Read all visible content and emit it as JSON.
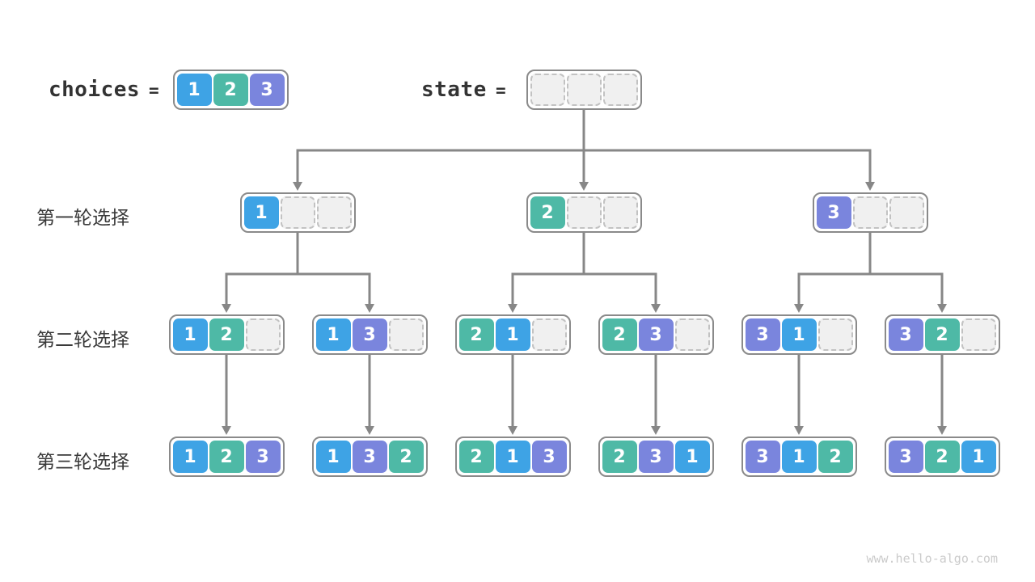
{
  "watermark": "www.hello-algo.com",
  "palette": {
    "1": "#3ea3e5",
    "2": "#4eb9a6",
    "3": "#7a85dd"
  },
  "line_color": "#878787",
  "header": {
    "choices_label": "choices",
    "choices_equals": "=",
    "choices_cells": [
      "1",
      "2",
      "3"
    ],
    "state_label": "state",
    "state_equals": "=",
    "state_cells": [
      "",
      "",
      ""
    ]
  },
  "rows": [
    {
      "label": "第一轮选择",
      "nodes": [
        [
          "1",
          "",
          ""
        ],
        [
          "2",
          "",
          ""
        ],
        [
          "3",
          "",
          ""
        ]
      ]
    },
    {
      "label": "第二轮选择",
      "nodes": [
        [
          "1",
          "2",
          ""
        ],
        [
          "1",
          "3",
          ""
        ],
        [
          "2",
          "1",
          ""
        ],
        [
          "2",
          "3",
          ""
        ],
        [
          "3",
          "1",
          ""
        ],
        [
          "3",
          "2",
          ""
        ]
      ]
    },
    {
      "label": "第三轮选择",
      "nodes": [
        [
          "1",
          "2",
          "3"
        ],
        [
          "1",
          "3",
          "2"
        ],
        [
          "2",
          "1",
          "3"
        ],
        [
          "2",
          "3",
          "1"
        ],
        [
          "3",
          "1",
          "2"
        ],
        [
          "3",
          "2",
          "1"
        ]
      ]
    }
  ]
}
